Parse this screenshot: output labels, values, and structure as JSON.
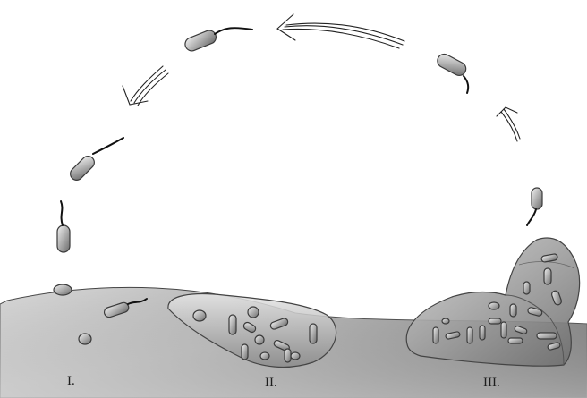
{
  "stages": [
    {
      "id": "I",
      "label": "I."
    },
    {
      "id": "II",
      "label": "II."
    },
    {
      "id": "III",
      "label": "III."
    }
  ],
  "colors": {
    "ground_top": "#d4d4d4",
    "ground_bottom": "#3c3c3c",
    "cell_light": "#ededed",
    "cell_dark": "#6e6e6e",
    "biofilm_fill": "#b4b4b4",
    "outline": "#333333"
  }
}
